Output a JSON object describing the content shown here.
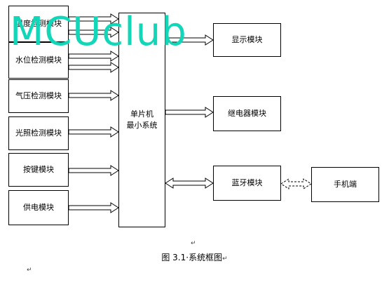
{
  "inputs": [
    "温度检测模块",
    "水位检测模块",
    "气压检测模块",
    "光照检测模块",
    "按键模块",
    "供电模块"
  ],
  "mcu_line1": "单片机",
  "mcu_line2": "最小系统",
  "outputs": [
    "显示模块",
    "继电器模块",
    "蓝牙模块"
  ],
  "phone": "手机端",
  "caption": "图 3.1·系统框图",
  "watermark": "MCUclub",
  "para_mark": "↵"
}
